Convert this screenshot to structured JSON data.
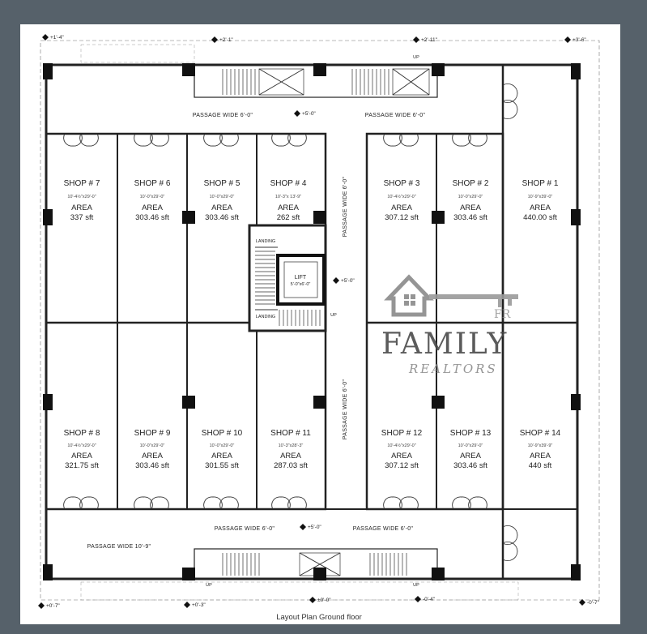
{
  "title": "Layout Plan Ground floor",
  "area_label": "AREA",
  "shops": [
    {
      "name": "SHOP # 7",
      "dim": "10'-4½\"x29'-0\"",
      "area": "337 sft"
    },
    {
      "name": "SHOP # 6",
      "dim": "10'-0\"x29'-0\"",
      "area": "303.46 sft"
    },
    {
      "name": "SHOP # 5",
      "dim": "10'-0\"x29'-0\"",
      "area": "303.46 sft"
    },
    {
      "name": "SHOP # 4",
      "dim": "10'-3\"x 13'-9\"",
      "area": "262 sft"
    },
    {
      "name": "SHOP # 3",
      "dim": "10'-4½\"x29'-0\"",
      "area": "307.12 sft"
    },
    {
      "name": "SHOP # 2",
      "dim": "10'-0\"x29'-0\"",
      "area": "303.46 sft"
    },
    {
      "name": "SHOP # 1",
      "dim": "10'-9\"x39'-0\"",
      "area": "440.00 sft"
    },
    {
      "name": "SHOP # 8",
      "dim": "10'-4½\"x29'-0\"",
      "area": "321.75 sft"
    },
    {
      "name": "SHOP # 9",
      "dim": "10'-0\"x29'-0\"",
      "area": "303.46 sft"
    },
    {
      "name": "SHOP # 10",
      "dim": "10'-0\"x29'-0\"",
      "area": "301.55 sft"
    },
    {
      "name": "SHOP # 11",
      "dim": "10'-3\"x28'-3\"",
      "area": "287.03 sft"
    },
    {
      "name": "SHOP # 12",
      "dim": "10'-4½\"x29'-0\"",
      "area": "307.12 sft"
    },
    {
      "name": "SHOP # 13",
      "dim": "10'-0\"x29'-0\"",
      "area": "303.46 sft"
    },
    {
      "name": "SHOP # 14",
      "dim": "10'-9\"x39'-9\"",
      "area": "440 sft"
    }
  ],
  "passages": {
    "top_left": "PASSAGE WIDE 6'-0\"",
    "top_right": "PASSAGE WIDE 6'-0\"",
    "bottom_mid_left": "PASSAGE WIDE 6'-0\"",
    "bottom_mid_right": "PASSAGE WIDE 6'-0\"",
    "bottom_left": "PASSAGE WIDE 10'-9\"",
    "vertical_upper": "PASSAGE WIDE 6'-0\"",
    "vertical_lower": "PASSAGE WIDE 6'-0\""
  },
  "lift": {
    "label": "LIFT",
    "dim": "5'-0\"x6'-0\""
  },
  "landing_labels": [
    "LANDING",
    "LANDING"
  ],
  "up_label": "UP",
  "levels": {
    "top_1": "+1'-4\"",
    "top_2": "+2'-1\"",
    "top_3": "+2'-11\"",
    "top_4": "+3'-6\"",
    "passage_top": "+5'-0\"",
    "lift_side": "+5'-0\"",
    "passage_bottom": "+5'-0\"",
    "bottom_1": "+0'-7\"",
    "bottom_2": "+0'-3\"",
    "bottom_3": "±0'-0\"",
    "bottom_4": "-0'-4\"",
    "bottom_5": "-0'-7\""
  },
  "logo": {
    "mark": "FR",
    "name": "FAMILY",
    "sub": "REALTORS",
    "color": "#4a4a4a"
  },
  "colors": {
    "background": "#56616a",
    "sheet": "#ffffff",
    "lines": "#222222"
  }
}
